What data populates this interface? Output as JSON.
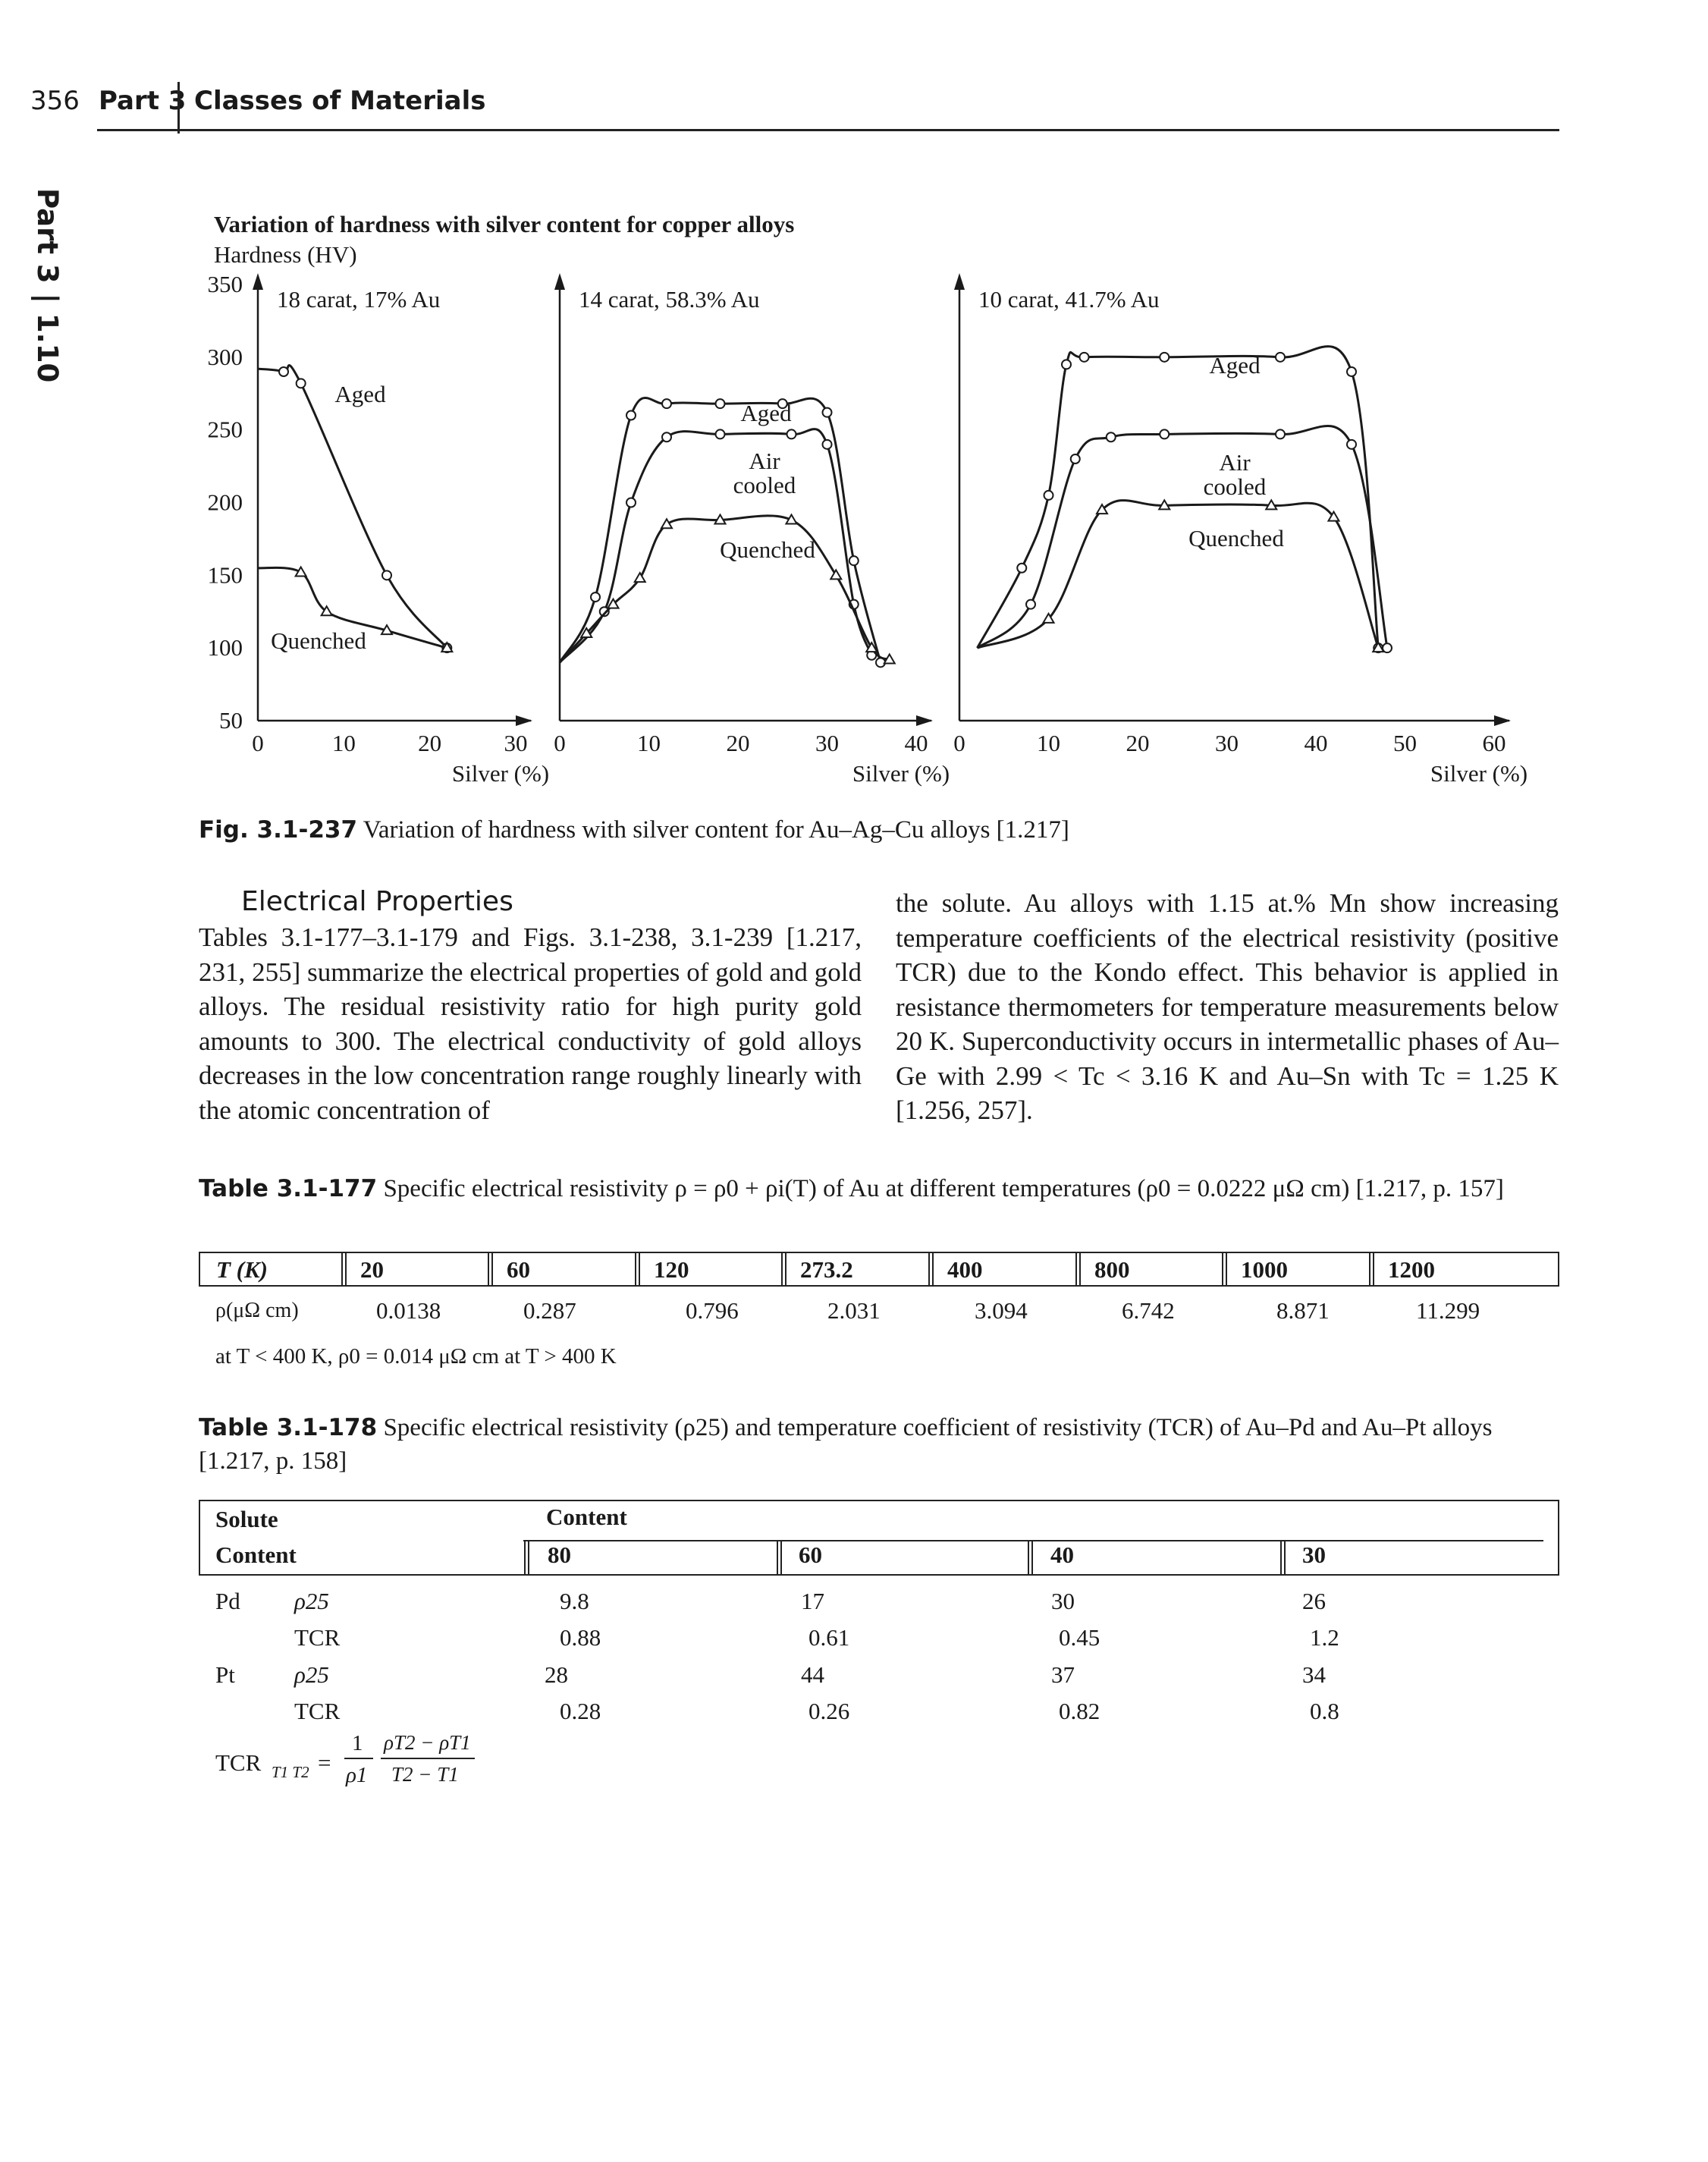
{
  "header": {
    "page_number": "356",
    "part": "Part 3",
    "section": "Classes of Materials",
    "side_tab": "Part 3 | 1.10"
  },
  "figure": {
    "title": "Variation of hardness with silver content for copper alloys",
    "y_axis_label": "Hardness (HV)",
    "caption_label": "Fig. 3.1-237",
    "caption_text": " Variation of hardness with silver content for Au–Ag–Cu alloys [1.217]",
    "y_ticks": [
      "350",
      "300",
      "250",
      "200",
      "150",
      "100",
      "50"
    ],
    "panels": [
      {
        "title": "18 carat, 17% Au",
        "x_ticks": [
          "0",
          "10",
          "20",
          "30"
        ],
        "x_label": "Silver (%)",
        "curve_labels": [
          "Aged",
          "Quenched"
        ]
      },
      {
        "title": "14 carat, 58.3% Au",
        "x_ticks": [
          "0",
          "10",
          "20",
          "30",
          "40"
        ],
        "x_label": "Silver (%)",
        "curve_labels": [
          "Aged",
          "Air cooled",
          "Quenched"
        ]
      },
      {
        "title": "10 carat, 41.7% Au",
        "x_ticks": [
          "0",
          "10",
          "20",
          "30",
          "40",
          "50",
          "60"
        ],
        "x_label": "Silver (%)",
        "curve_labels": [
          "Aged",
          "Air cooled",
          "Quenched"
        ]
      }
    ]
  },
  "chart_data": [
    {
      "type": "line",
      "title": "18 carat, 17% Au",
      "xlabel": "Silver (%)",
      "ylabel": "Hardness (HV)",
      "xlim": [
        0,
        30
      ],
      "ylim": [
        50,
        350
      ],
      "series": [
        {
          "name": "Aged",
          "x": [
            0,
            3,
            5,
            15,
            22
          ],
          "y": [
            292,
            290,
            282,
            150,
            100
          ]
        },
        {
          "name": "Quenched",
          "x": [
            0,
            5,
            8,
            15,
            22
          ],
          "y": [
            155,
            152,
            125,
            112,
            100
          ]
        }
      ]
    },
    {
      "type": "line",
      "title": "14 carat, 58.3% Au",
      "xlabel": "Silver (%)",
      "ylabel": "Hardness (HV)",
      "xlim": [
        0,
        40
      ],
      "ylim": [
        50,
        350
      ],
      "series": [
        {
          "name": "Aged",
          "x": [
            0,
            4,
            8,
            12,
            18,
            25,
            30,
            33,
            36
          ],
          "y": [
            90,
            135,
            260,
            268,
            268,
            268,
            262,
            160,
            90
          ]
        },
        {
          "name": "Air cooled",
          "x": [
            0,
            5,
            8,
            12,
            18,
            26,
            30,
            33,
            35
          ],
          "y": [
            90,
            125,
            200,
            245,
            247,
            247,
            240,
            130,
            95
          ]
        },
        {
          "name": "Quenched",
          "x": [
            0,
            3,
            6,
            9,
            12,
            18,
            26,
            31,
            35,
            37
          ],
          "y": [
            90,
            110,
            130,
            148,
            185,
            188,
            188,
            150,
            100,
            92
          ]
        }
      ]
    },
    {
      "type": "line",
      "title": "10 carat, 41.7% Au",
      "xlabel": "Silver (%)",
      "ylabel": "Hardness (HV)",
      "xlim": [
        0,
        60
      ],
      "ylim": [
        50,
        350
      ],
      "series": [
        {
          "name": "Aged",
          "x": [
            2,
            7,
            10,
            12,
            14,
            23,
            36,
            44,
            47
          ],
          "y": [
            100,
            155,
            205,
            295,
            300,
            300,
            300,
            290,
            100
          ]
        },
        {
          "name": "Air cooled",
          "x": [
            2,
            8,
            13,
            17,
            23,
            36,
            44,
            48
          ],
          "y": [
            100,
            130,
            230,
            245,
            247,
            247,
            240,
            100
          ]
        },
        {
          "name": "Quenched",
          "x": [
            2,
            10,
            16,
            23,
            35,
            42,
            47
          ],
          "y": [
            100,
            120,
            195,
            198,
            198,
            190,
            100
          ]
        }
      ]
    }
  ],
  "body": {
    "heading": "Electrical Properties",
    "left_column": "Tables 3.1-177–3.1-179 and Figs. 3.1-238, 3.1-239 [1.217, 231, 255] summarize the electrical properties of gold and gold alloys. The residual resistivity ratio for high purity gold amounts to 300. The electrical conductivity of gold alloys decreases in the low concentration range roughly linearly with the atomic concentration of",
    "right_column": "the solute. Au alloys with 1.15 at.% Mn show increasing temperature coefficients of the electrical resistivity (positive TCR) due to the Kondo effect. This behavior is applied in resistance thermometers for temperature measurements below 20 K. Superconductivity occurs in intermetallic phases of Au–Ge with 2.99 < Tc < 3.16 K and Au–Sn with Tc = 1.25 K [1.256, 257]."
  },
  "table177": {
    "label": "Table 3.1-177",
    "caption": " Specific electrical resistivity ρ = ρ0 + ρi(T) of Au at different temperatures (ρ0 = 0.0222 μΩ cm) [1.217, p. 157]",
    "header_label": "T (K)",
    "temperatures": [
      "20",
      "60",
      "120",
      "273.2",
      "400",
      "800",
      "1000",
      "1200"
    ],
    "row_label": "ρ(μΩ cm)",
    "values": [
      "0.0138",
      "0.287",
      "0.796",
      "2.031",
      "3.094",
      "6.742",
      "8.871",
      "11.299"
    ],
    "footnote": "at T < 400 K, ρ0 = 0.014 μΩ cm at T > 400 K"
  },
  "table178": {
    "label": "Table 3.1-178",
    "caption": " Specific electrical resistivity (ρ25) and temperature coefficient of resistivity (TCR) of Au–Pd and Au–Pt alloys [1.217, p. 158]",
    "header_solute": "Solute",
    "header_content_top": "Content",
    "header_content_left": "Content",
    "contents": [
      "80",
      "60",
      "40",
      "30"
    ],
    "rows": [
      {
        "solute": "Pd",
        "quantity": "ρ25",
        "values": [
          "9.8",
          "17",
          "30",
          "26"
        ]
      },
      {
        "solute": "",
        "quantity": "TCR",
        "values": [
          "0.88",
          "0.61",
          "0.45",
          "1.2"
        ]
      },
      {
        "solute": "Pt",
        "quantity": "ρ25",
        "values": [
          "28",
          "44",
          "37",
          "34"
        ]
      },
      {
        "solute": "",
        "quantity": "TCR",
        "values": [
          "0.28",
          "0.26",
          "0.82",
          "0.8"
        ]
      }
    ],
    "formula_lhs": "TCR",
    "formula_lhs_sub": "T1 T2",
    "formula_eq": "=",
    "formula_num1": "1",
    "formula_den1": "ρ1",
    "formula_num2": "ρT2 − ρT1",
    "formula_den2": "T2 − T1"
  },
  "colors": {
    "ink": "#1a1a1a",
    "background": "#ffffff"
  }
}
